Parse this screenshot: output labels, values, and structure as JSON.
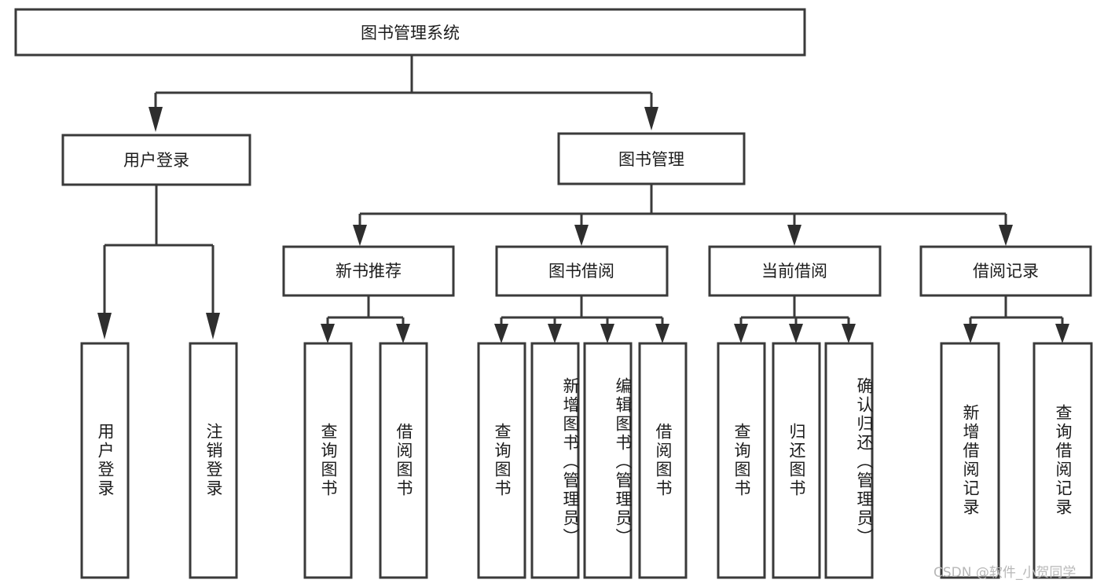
{
  "diagram": {
    "type": "tree-hierarchy-chart",
    "title": "图书管理系统",
    "orientation": "top-down",
    "colors": {
      "box_fill": "#ffffff",
      "box_stroke": "#3a3a3a",
      "text": "#1c1c1c",
      "watermark": "#b8b8b8"
    },
    "watermark": "CSDN @软件_小贺同学"
  },
  "nodes": {
    "root": {
      "label": "图书管理系统",
      "level": 0,
      "orientation": "horizontal"
    },
    "level1": [
      {
        "id": "user-login",
        "label": "用户登录",
        "orientation": "horizontal"
      },
      {
        "id": "book-management",
        "label": "图书管理",
        "orientation": "horizontal"
      }
    ],
    "level2": [
      {
        "id": "new-book-recommend",
        "label": "新书推荐",
        "parent": "book-management",
        "orientation": "horizontal"
      },
      {
        "id": "book-borrow",
        "label": "图书借阅",
        "parent": "book-management",
        "orientation": "horizontal"
      },
      {
        "id": "current-borrow",
        "label": "当前借阅",
        "parent": "book-management",
        "orientation": "horizontal"
      },
      {
        "id": "borrow-record",
        "label": "借阅记录",
        "parent": "book-management",
        "orientation": "horizontal"
      }
    ],
    "leaves": [
      {
        "id": "leaf-user-login",
        "label": "用户登录",
        "parent": "user-login",
        "orientation": "vertical"
      },
      {
        "id": "leaf-user-logout",
        "label": "注销登录",
        "parent": "user-login",
        "orientation": "vertical"
      },
      {
        "id": "leaf-query-book-1",
        "label": "查询图书",
        "parent": "new-book-recommend",
        "orientation": "vertical"
      },
      {
        "id": "leaf-borrow-book-1",
        "label": "借阅图书",
        "parent": "new-book-recommend",
        "orientation": "vertical"
      },
      {
        "id": "leaf-query-book-2",
        "label": "查询图书",
        "parent": "book-borrow",
        "orientation": "vertical"
      },
      {
        "id": "leaf-add-book",
        "label": "新增图书（管理员）",
        "parent": "book-borrow",
        "orientation": "vertical"
      },
      {
        "id": "leaf-edit-book",
        "label": "编辑图书（管理员）",
        "parent": "book-borrow",
        "orientation": "vertical"
      },
      {
        "id": "leaf-borrow-book-2",
        "label": "借阅图书",
        "parent": "book-borrow",
        "orientation": "vertical"
      },
      {
        "id": "leaf-query-book-3",
        "label": "查询图书",
        "parent": "current-borrow",
        "orientation": "vertical"
      },
      {
        "id": "leaf-return-book",
        "label": "归还图书",
        "parent": "current-borrow",
        "orientation": "vertical"
      },
      {
        "id": "leaf-confirm-return",
        "label": "确认归还（管理员）",
        "parent": "current-borrow",
        "orientation": "vertical"
      },
      {
        "id": "leaf-add-record",
        "label": "新增借阅记录",
        "parent": "borrow-record",
        "orientation": "vertical"
      },
      {
        "id": "leaf-query-record",
        "label": "查询借阅记录",
        "parent": "borrow-record",
        "orientation": "vertical"
      }
    ]
  }
}
